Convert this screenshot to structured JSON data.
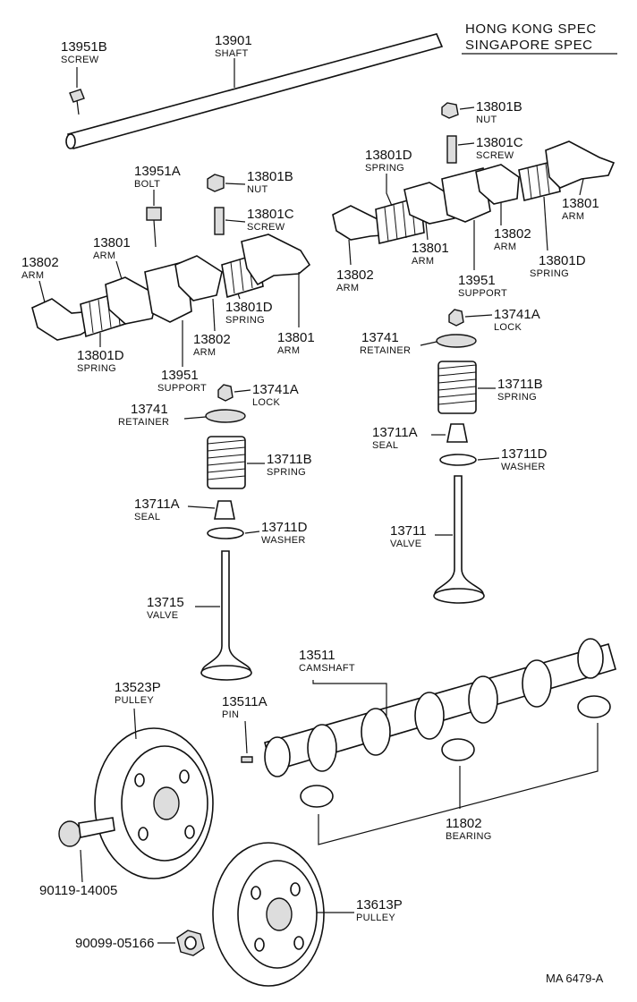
{
  "header": {
    "line1": "HONG KONG SPEC",
    "line2": "SINGAPORE SPEC"
  },
  "footer": {
    "code": "MA 6479-A"
  },
  "parts": {
    "shaft": {
      "number": "13901",
      "name": "SHAFT"
    },
    "screw_left": {
      "number": "13951B",
      "name": "SCREW"
    },
    "nut_right": {
      "number": "13801B",
      "name": "NUT"
    },
    "screw_right": {
      "number": "13801C",
      "name": "SCREW"
    },
    "spring_r_top": {
      "number": "13801D",
      "name": "SPRING"
    },
    "arm_r_right": {
      "number": "13801",
      "name": "ARM"
    },
    "arm_r_mid2": {
      "number": "13802",
      "name": "ARM"
    },
    "arm_r_mid": {
      "number": "13801",
      "name": "ARM"
    },
    "spring_r_bot": {
      "number": "13801D",
      "name": "SPRING"
    },
    "arm_r_left": {
      "number": "13802",
      "name": "ARM"
    },
    "support_r": {
      "number": "13951",
      "name": "SUPPORT"
    },
    "bolt_left": {
      "number": "13951A",
      "name": "BOLT"
    },
    "nut_left": {
      "number": "13801B",
      "name": "NUT"
    },
    "screw_left2": {
      "number": "13801C",
      "name": "SCREW"
    },
    "arm_l_top": {
      "number": "13801",
      "name": "ARM"
    },
    "arm_l_left": {
      "number": "13802",
      "name": "ARM"
    },
    "spring_l_r": {
      "number": "13801D",
      "name": "SPRING"
    },
    "arm_l_mid": {
      "number": "13802",
      "name": "ARM"
    },
    "arm_l_right": {
      "number": "13801",
      "name": "ARM"
    },
    "spring_l_b": {
      "number": "13801D",
      "name": "SPRING"
    },
    "support_l": {
      "number": "13951",
      "name": "SUPPORT"
    },
    "lock_r": {
      "number": "13741A",
      "name": "LOCK"
    },
    "retainer_r": {
      "number": "13741",
      "name": "RETAINER"
    },
    "vspring_r": {
      "number": "13711B",
      "name": "SPRING"
    },
    "seal_r": {
      "number": "13711A",
      "name": "SEAL"
    },
    "washer_r": {
      "number": "13711D",
      "name": "WASHER"
    },
    "valve_r": {
      "number": "13711",
      "name": "VALVE"
    },
    "lock_l": {
      "number": "13741A",
      "name": "LOCK"
    },
    "retainer_l": {
      "number": "13741",
      "name": "RETAINER"
    },
    "vspring_l": {
      "number": "13711B",
      "name": "SPRING"
    },
    "seal_l": {
      "number": "13711A",
      "name": "SEAL"
    },
    "washer_l": {
      "number": "13711D",
      "name": "WASHER"
    },
    "valve_l": {
      "number": "13715",
      "name": "VALVE"
    },
    "camshaft": {
      "number": "13511",
      "name": "CAMSHAFT"
    },
    "pin": {
      "number": "13511A",
      "name": "PIN"
    },
    "pulley_1": {
      "number": "13523P",
      "name": "PULLEY"
    },
    "bearing": {
      "number": "11802",
      "name": "BEARING"
    },
    "bolt_pulley": {
      "number": "90119-14005"
    },
    "pulley_2": {
      "number": "13613P",
      "name": "PULLEY"
    },
    "nut_pulley": {
      "number": "90099-05166"
    }
  }
}
